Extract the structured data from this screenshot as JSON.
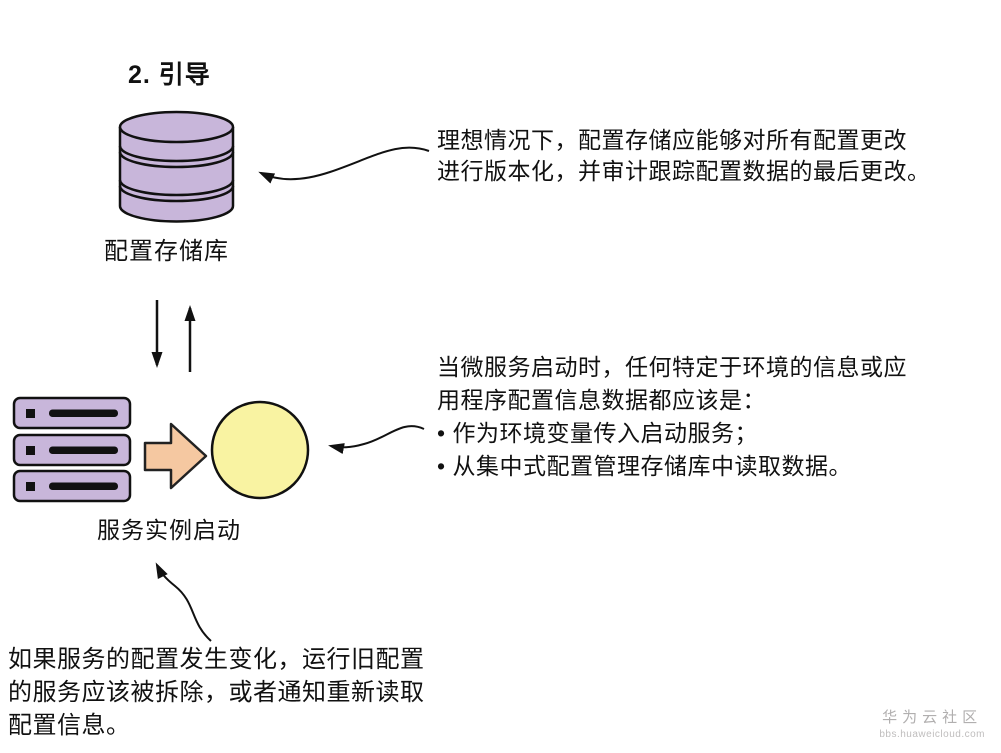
{
  "page": {
    "title": "2. 引导"
  },
  "diagram": {
    "config_store_label": "配置存储库",
    "service_start_label": "服务实例启动",
    "annotation_top": "理想情况下，配置存储应能够对所有配置更改\n进行版本化，并审计跟踪配置数据的最后更改。",
    "annotation_middle": "当微服务启动时，任何特定于环境的信息或应\n用程序配置信息数据都应该是：\n•  作为环境变量传入启动服务；\n•  从集中式配置管理存储库中读取数据。",
    "annotation_bottom": "如果服务的配置发生变化，运行旧配置\n的服务应该被拆除，或者通知重新读取\n配置信息。",
    "icons": {
      "database": "database-cylinder-icon",
      "servers": "server-stack-icon",
      "circle": "service-instance-circle",
      "block_arrow": "launch-block-arrow"
    },
    "colors": {
      "lavender": "#c8b6da",
      "peach": "#f5c8a1",
      "yellow": "#f9f3a2",
      "outline": "#111111"
    }
  },
  "watermark": {
    "site_name": "华为云社区",
    "site_url": "bbs.huaweicloud.com"
  }
}
